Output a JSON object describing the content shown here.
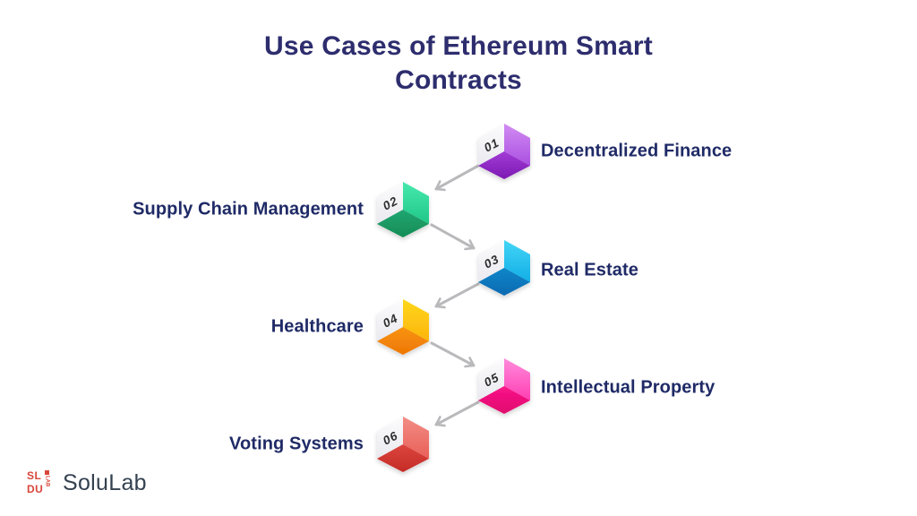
{
  "title": {
    "line1": "Use Cases of Ethereum Smart",
    "line2": "Contracts"
  },
  "items": [
    {
      "number": "01",
      "label": "Decentralized Finance",
      "side": "right",
      "colors": {
        "face_light_top": "#d28bf2",
        "face_light_bottom": "#a94fe0",
        "face_dark_top": "#a13bd6",
        "face_dark_bottom": "#7d1ab2"
      }
    },
    {
      "number": "02",
      "label": "Supply Chain Management",
      "side": "left",
      "colors": {
        "face_light_top": "#47e9ad",
        "face_light_bottom": "#1fc687",
        "face_dark_top": "#21a671",
        "face_dark_bottom": "#168c56"
      }
    },
    {
      "number": "03",
      "label": "Real Estate",
      "side": "right",
      "colors": {
        "face_light_top": "#43d5f6",
        "face_light_bottom": "#12ade6",
        "face_dark_top": "#0d86c8",
        "face_dark_bottom": "#0a6ab2"
      }
    },
    {
      "number": "04",
      "label": "Healthcare",
      "side": "left",
      "colors": {
        "face_light_top": "#ffd71c",
        "face_light_bottom": "#fcb40c",
        "face_dark_top": "#f8940e",
        "face_dark_bottom": "#ee7604"
      }
    },
    {
      "number": "05",
      "label": "Intellectual Property",
      "side": "right",
      "colors": {
        "face_light_top": "#ff8bdb",
        "face_light_bottom": "#ff3eb2",
        "face_dark_top": "#f91389",
        "face_dark_bottom": "#e00c6d"
      }
    },
    {
      "number": "06",
      "label": "Voting Systems",
      "side": "left",
      "colors": {
        "face_light_top": "#f28d85",
        "face_light_bottom": "#e95f58",
        "face_dark_top": "#dc453e",
        "face_dark_bottom": "#c42b26"
      }
    }
  ],
  "logo": {
    "name": "SoluLab",
    "mark_top_left": "SL",
    "mark_bottom_left": "DU",
    "mark_vertical": "LAB"
  },
  "colors": {
    "background": "#ffffff",
    "title": "#2d2d6e",
    "label": "#1f2a66",
    "number": "#2e2e30",
    "arrow": "#b9b9bc",
    "cube_white_face_top": "#fcfcfd",
    "cube_white_face_bottom": "#e9e9ef",
    "logo_text": "#344150",
    "logo_mark": "#d8453a"
  }
}
